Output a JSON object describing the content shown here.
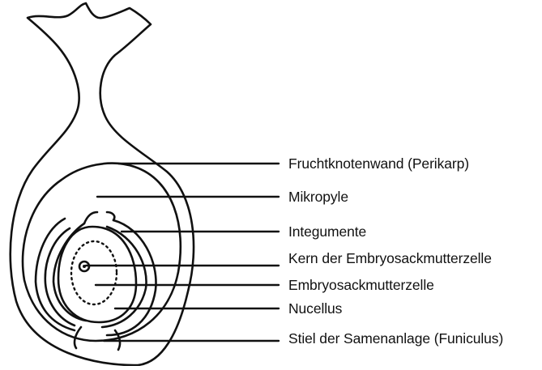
{
  "labels": [
    "Fruchtknotenwand (Perikarp)",
    "Mikropyle",
    "Integumente",
    "Kern der Embryosackmutterzelle",
    "Embryosackmutterzelle",
    "Nucellus",
    "Stiel der Samenanlage (Funiculus)"
  ],
  "colors": {
    "ink": "#111111",
    "background": "#ffffff"
  }
}
